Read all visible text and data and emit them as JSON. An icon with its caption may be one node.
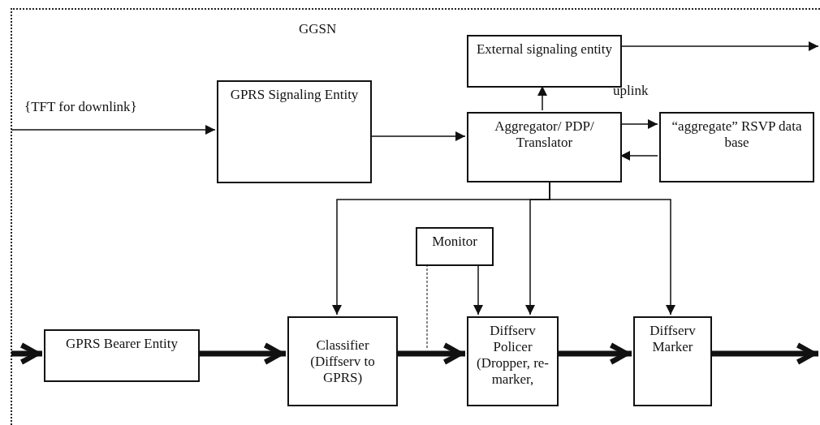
{
  "diagram": {
    "nodes": [
      {
        "text": [
          "GGSN"
        ]
      },
      {
        "text": [
          "GPRS Signaling Entity"
        ],
        "in": 0
      },
      {
        "text": [
          "External signaling entity"
        ],
        "in": 0
      },
      {
        "text": [
          "Aggregator/ PDP/ Translator"
        ],
        "in": 0
      },
      {
        "text": [
          "“aggregate” RSVP data base"
        ],
        "in": 0
      },
      {
        "text": [
          "Monitor"
        ],
        "in": 0
      },
      {
        "text": [
          "GPRS Bearer Entity"
        ],
        "in": 0
      },
      {
        "text": [
          "Classifier (Diffserv to GPRS)"
        ],
        "in": 0
      },
      {
        "text": [
          "Diffserv Policer (Dropper, re-marker,"
        ],
        "in": 0
      },
      {
        "text": [
          "Diffserv Marker"
        ],
        "in": 0
      }
    ],
    "edges": [
      {
        "from": null,
        "to": 1,
        "arrow": "to",
        "label": "{TFT for downlink}"
      },
      {
        "from": 1,
        "to": 3,
        "arrow": "to"
      },
      {
        "from": 3,
        "to": 2,
        "arrow": "to"
      },
      {
        "from": 2,
        "to": null,
        "arrow": "to"
      },
      {
        "from": 3,
        "to": 4,
        "arrow": "to"
      },
      {
        "from": 4,
        "to": 3,
        "arrow": "to"
      },
      {
        "from": 3,
        "to": 7,
        "arrow": "to"
      },
      {
        "from": 3,
        "to": 8,
        "arrow": "to"
      },
      {
        "from": 3,
        "to": 9,
        "arrow": "to"
      },
      {
        "from": 5,
        "to": 8,
        "arrow": "to"
      },
      {
        "from": 5,
        "to": null,
        "arrow": "none",
        "style": "dashed"
      },
      {
        "from": null,
        "to": 6,
        "arrow": "to",
        "style": "thick"
      },
      {
        "from": 6,
        "to": 7,
        "arrow": "to",
        "style": "thick"
      },
      {
        "from": 7,
        "to": 8,
        "arrow": "to",
        "style": "thick"
      },
      {
        "from": 8,
        "to": 9,
        "arrow": "to",
        "style": "thick"
      },
      {
        "from": 9,
        "to": null,
        "arrow": "to",
        "style": "thick"
      }
    ],
    "labels": [
      "uplink"
    ]
  }
}
